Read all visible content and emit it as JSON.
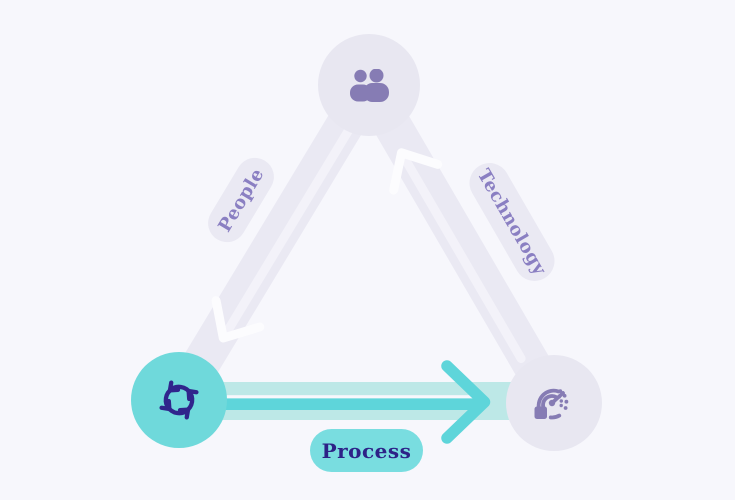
{
  "labels": {
    "people": "People",
    "technology": "Technology",
    "process": "Process"
  },
  "nodes": [
    {
      "id": "people",
      "icon": "people-icon",
      "position": "top"
    },
    {
      "id": "process",
      "icon": "cycle-arrows-icon",
      "position": "bottom-left"
    },
    {
      "id": "technology",
      "icon": "gauge-icon",
      "position": "bottom-right"
    }
  ],
  "flows": [
    {
      "from": "people",
      "to": "process"
    },
    {
      "from": "process",
      "to": "technology"
    },
    {
      "from": "technology",
      "to": "people"
    }
  ],
  "colors": {
    "background": "#f7f7fc",
    "node_lavender": "#e8e7f1",
    "band_lavender": "#eae9f3",
    "arrow_white": "#fcfcfe",
    "arrow_white_soft": "#f3f2f9",
    "node_teal": "#6fd9db",
    "band_teal": "#bde8e7",
    "arrow_teal": "#5ed5da",
    "pill_teal": "#79dde0",
    "text_purple": "#8a7fc2",
    "text_indigo": "#2d2287",
    "icon_purple": "#867cb4",
    "icon_indigo": "#30258c"
  }
}
